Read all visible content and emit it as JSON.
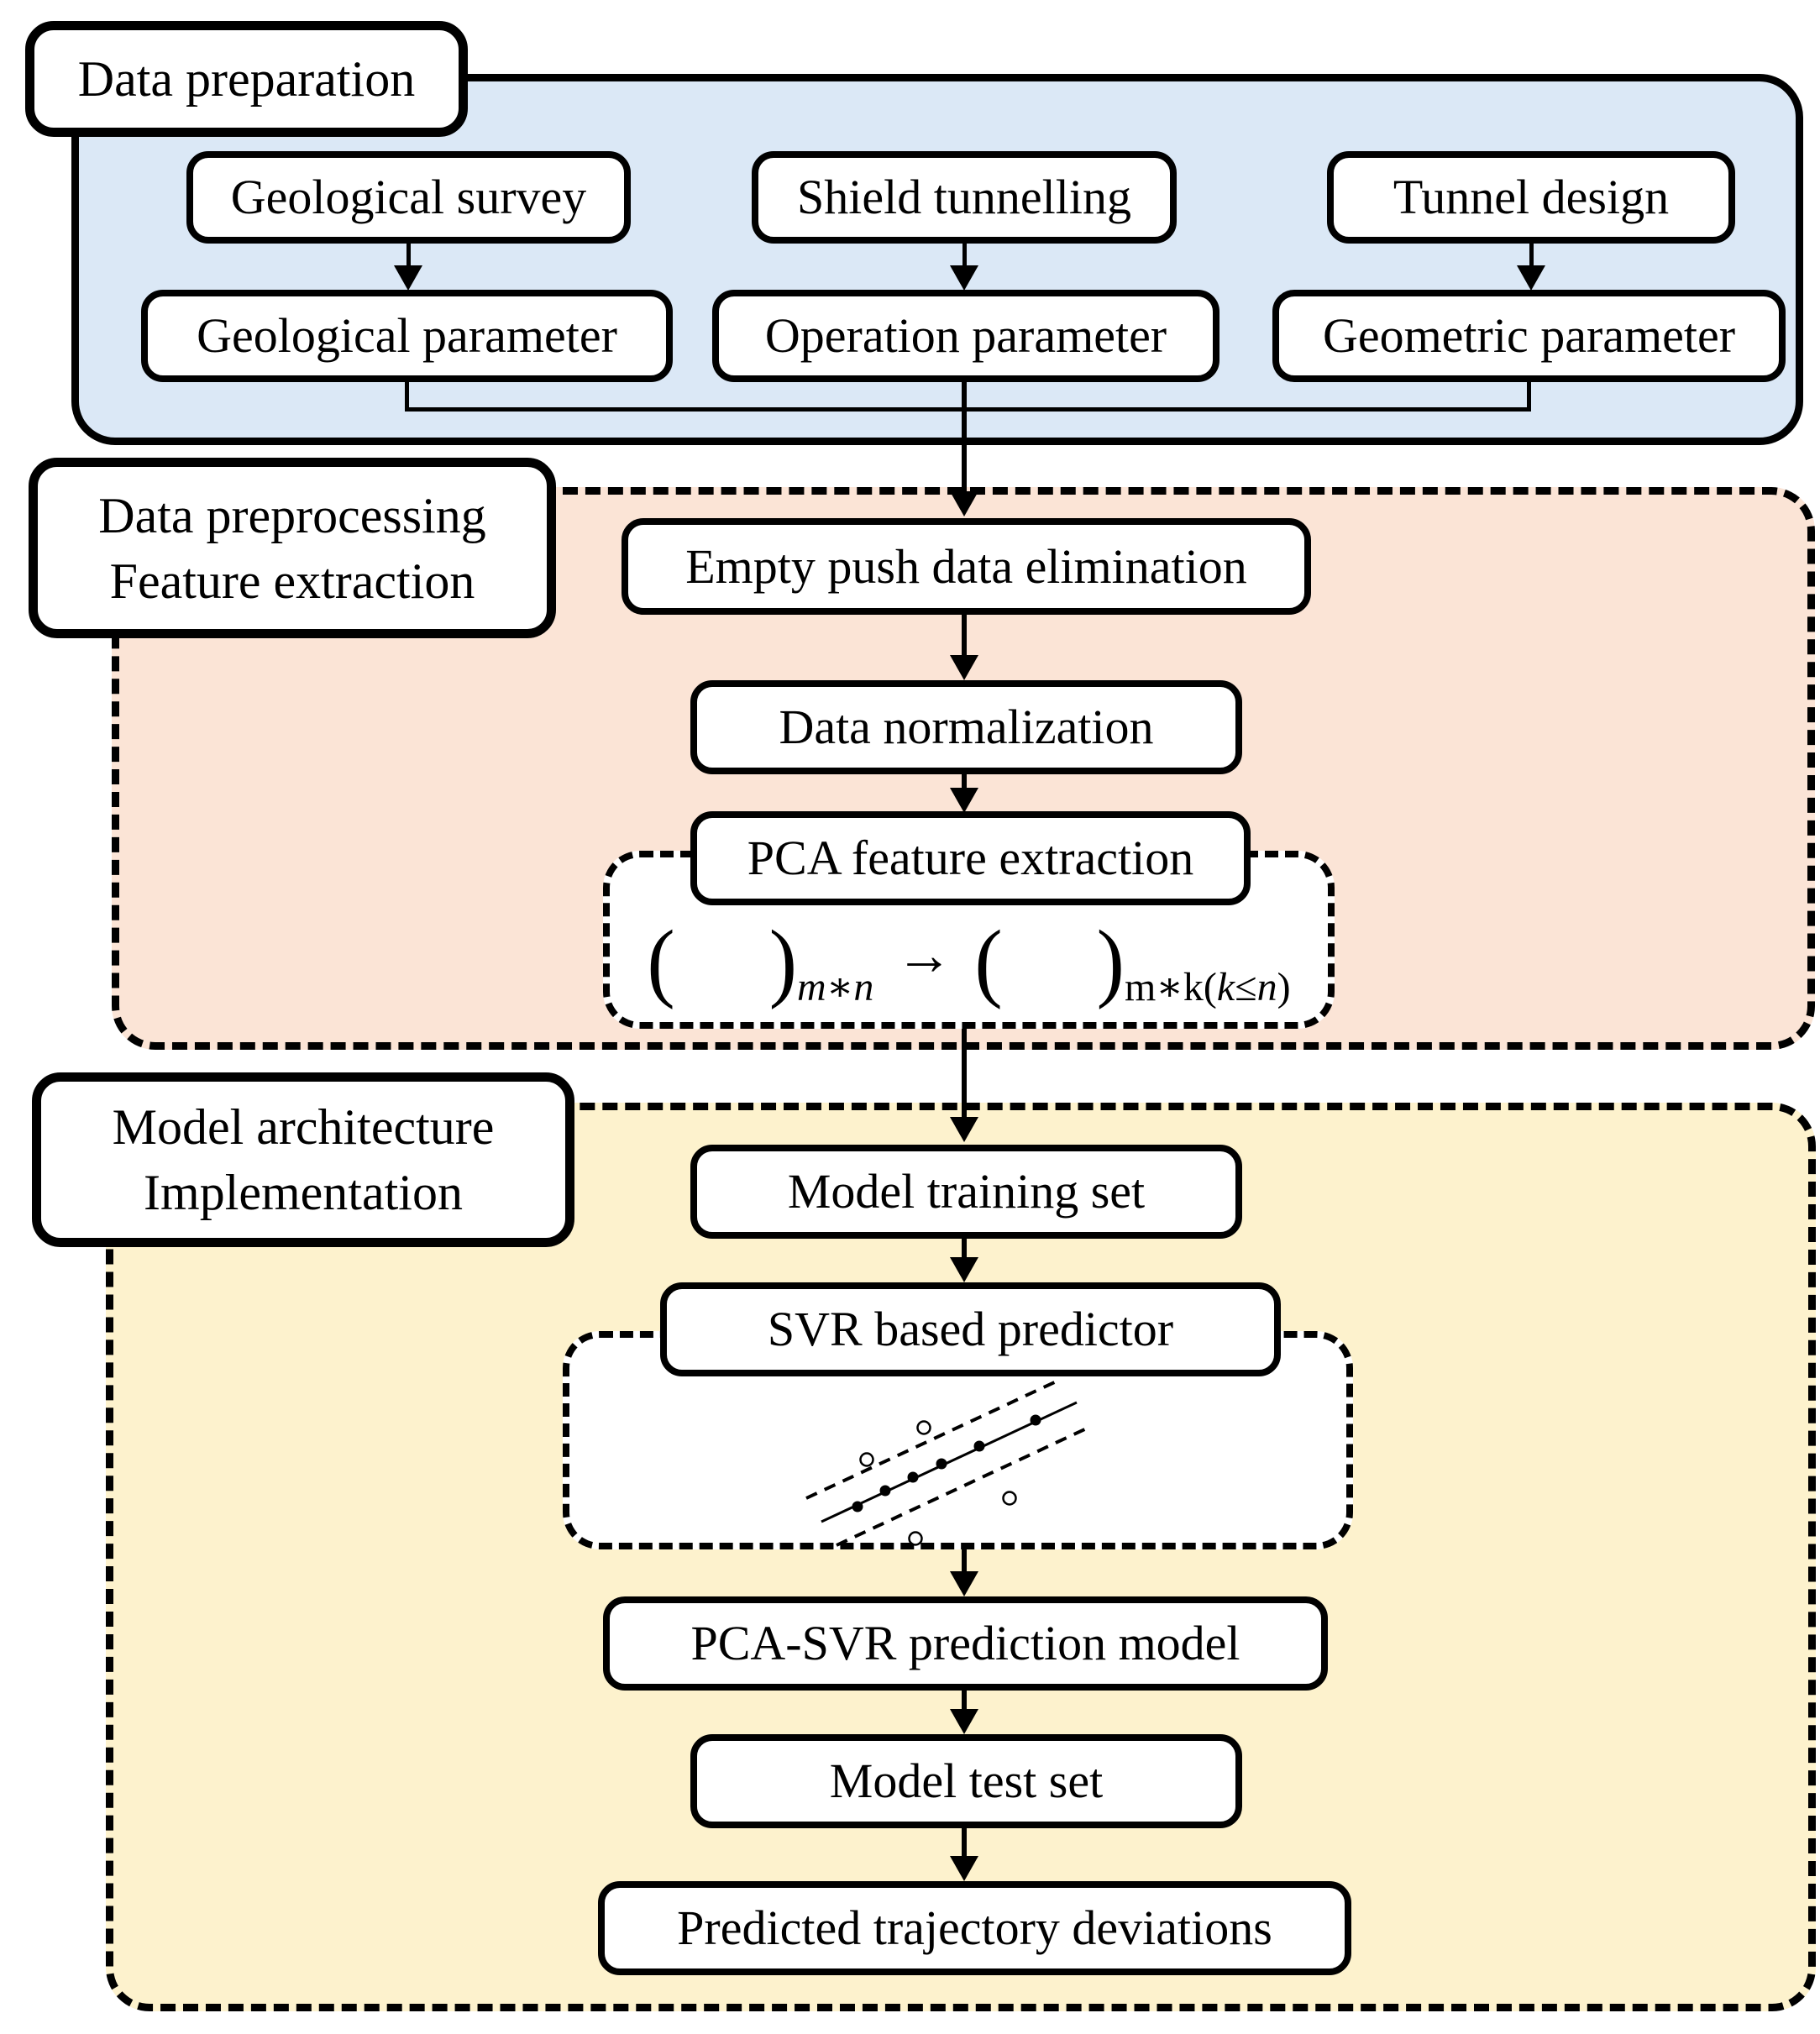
{
  "sections": {
    "s1_label": "Data preparation",
    "s2_label_line1": "Data preprocessing",
    "s2_label_line2": "Feature extraction",
    "s3_label_line1": "Model architecture",
    "s3_label_line2": "Implementation"
  },
  "s1": {
    "geological_survey": "Geological survey",
    "shield_tunnelling": "Shield tunnelling",
    "tunnel_design": "Tunnel design",
    "geological_parameter": "Geological parameter",
    "operation_parameter": "Operation parameter",
    "geometric_parameter": "Geometric parameter"
  },
  "s2": {
    "empty_push": "Empty push data elimination",
    "normalization": "Data normalization",
    "pca": "PCA feature extraction",
    "formula": {
      "lhs_open": "(",
      "lhs_close": ")",
      "lhs_sub": "m∗n",
      "arrow": "→",
      "rhs_open": "(",
      "rhs_close": ")",
      "rhs_sub_pre": "m∗k(",
      "rhs_sub_k": "k",
      "rhs_sub_rel": "≤",
      "rhs_sub_n": "n",
      "rhs_sub_post": ")"
    }
  },
  "s3": {
    "training": "Model training set",
    "svr": "SVR based predictor",
    "pca_svr": "PCA-SVR prediction model",
    "test": "Model test set",
    "predicted": "Predicted trajectory deviations"
  },
  "colors": {
    "preparation_fill": "#dbe8f6",
    "preprocessing_fill": "#fbe4d6",
    "model_fill": "#fdf2cd",
    "stroke": "#000000"
  }
}
